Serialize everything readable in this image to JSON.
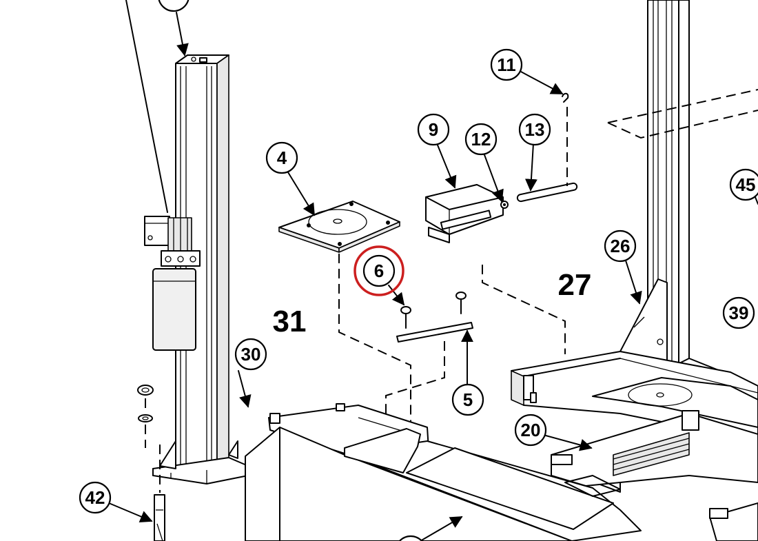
{
  "diagram": {
    "callouts": [
      {
        "id": "c4",
        "number": "4"
      },
      {
        "id": "c5",
        "number": "5"
      },
      {
        "id": "c6",
        "number": "6",
        "highlighted": true
      },
      {
        "id": "c9",
        "number": "9"
      },
      {
        "id": "c11",
        "number": "11"
      },
      {
        "id": "c12",
        "number": "12"
      },
      {
        "id": "c13",
        "number": "13"
      },
      {
        "id": "c20",
        "number": "20"
      },
      {
        "id": "c26",
        "number": "26"
      },
      {
        "id": "c30",
        "number": "30"
      },
      {
        "id": "c39",
        "number": "39"
      },
      {
        "id": "c42",
        "number": "42"
      },
      {
        "id": "c45",
        "number": "45"
      }
    ],
    "assembly_labels": [
      {
        "id": "a27",
        "number": "27"
      },
      {
        "id": "a31",
        "number": "31"
      }
    ],
    "highlight_color": "#cc1f1f"
  }
}
